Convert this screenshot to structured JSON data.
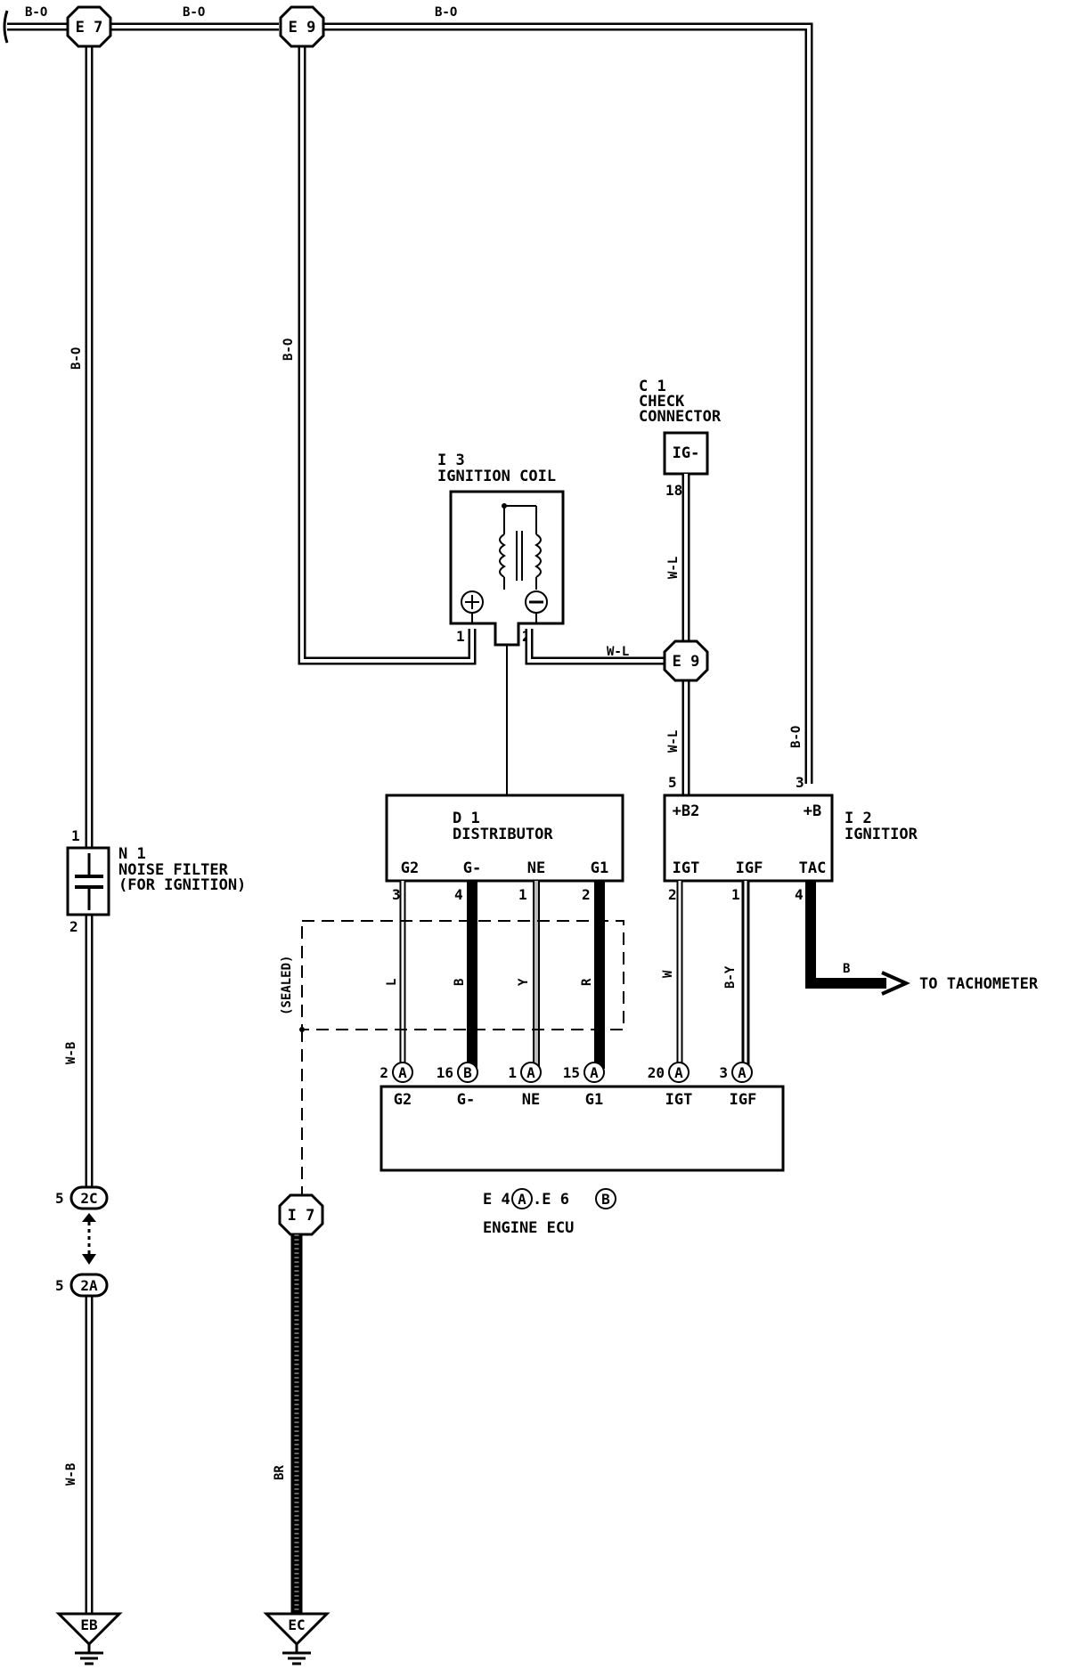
{
  "wires": {
    "b_o": "B-O",
    "w_b": "W-B",
    "w_l": "W-L",
    "l": "L",
    "b": "B",
    "y": "Y",
    "r": "R",
    "w": "W",
    "b_y": "B-Y",
    "br": "BR"
  },
  "junctions": {
    "e7": "E 7",
    "e9": "E 9",
    "i7": "I 7",
    "c2c": "2C",
    "c2a": "2A",
    "eb": "EB",
    "ec": "EC"
  },
  "noise_filter": {
    "code": "N 1",
    "name_line1": "NOISE FILTER",
    "name_line2": "(FOR IGNITION)",
    "pin_top": "1",
    "pin_bottom": "2"
  },
  "ignition_coil": {
    "code": "I 3",
    "name": "IGNITION COIL",
    "pin1": "1",
    "pin2": "2"
  },
  "check_connector": {
    "code": "C 1",
    "name_line1": "CHECK",
    "name_line2": "CONNECTOR",
    "terminal": "IG-",
    "pin": "18"
  },
  "distributor": {
    "code": "D 1",
    "name": "DISTRIBUTOR",
    "terminals": [
      "G2",
      "G-",
      "NE",
      "G1"
    ],
    "pins": [
      "3",
      "4",
      "1",
      "2"
    ]
  },
  "ignitor": {
    "code": "I 2",
    "name": "IGNITIOR",
    "terminals_top": [
      "+B2",
      "+B"
    ],
    "pins_top": [
      "5",
      "3"
    ],
    "terminals_bottom": [
      "IGT",
      "IGF",
      "TAC"
    ],
    "pins_bottom": [
      "2",
      "1",
      "4"
    ]
  },
  "ecu": {
    "name": "ENGINE ECU",
    "connector_label_e4": "E 4",
    "connector_label_e6": ".E 6",
    "connector_a": "A",
    "connector_b": "B",
    "terminals": [
      "G2",
      "G-",
      "NE",
      "G1",
      "IGT",
      "IGF"
    ],
    "pins": [
      "2",
      "16",
      "1",
      "15",
      "20",
      "3"
    ],
    "pin_connectors": [
      "A",
      "B",
      "A",
      "A",
      "A",
      "A"
    ]
  },
  "sealed_label": "(SEALED)",
  "tachometer_label": "TO TACHOMETER",
  "connector_pin_2c": "5",
  "connector_pin_2a": "5"
}
